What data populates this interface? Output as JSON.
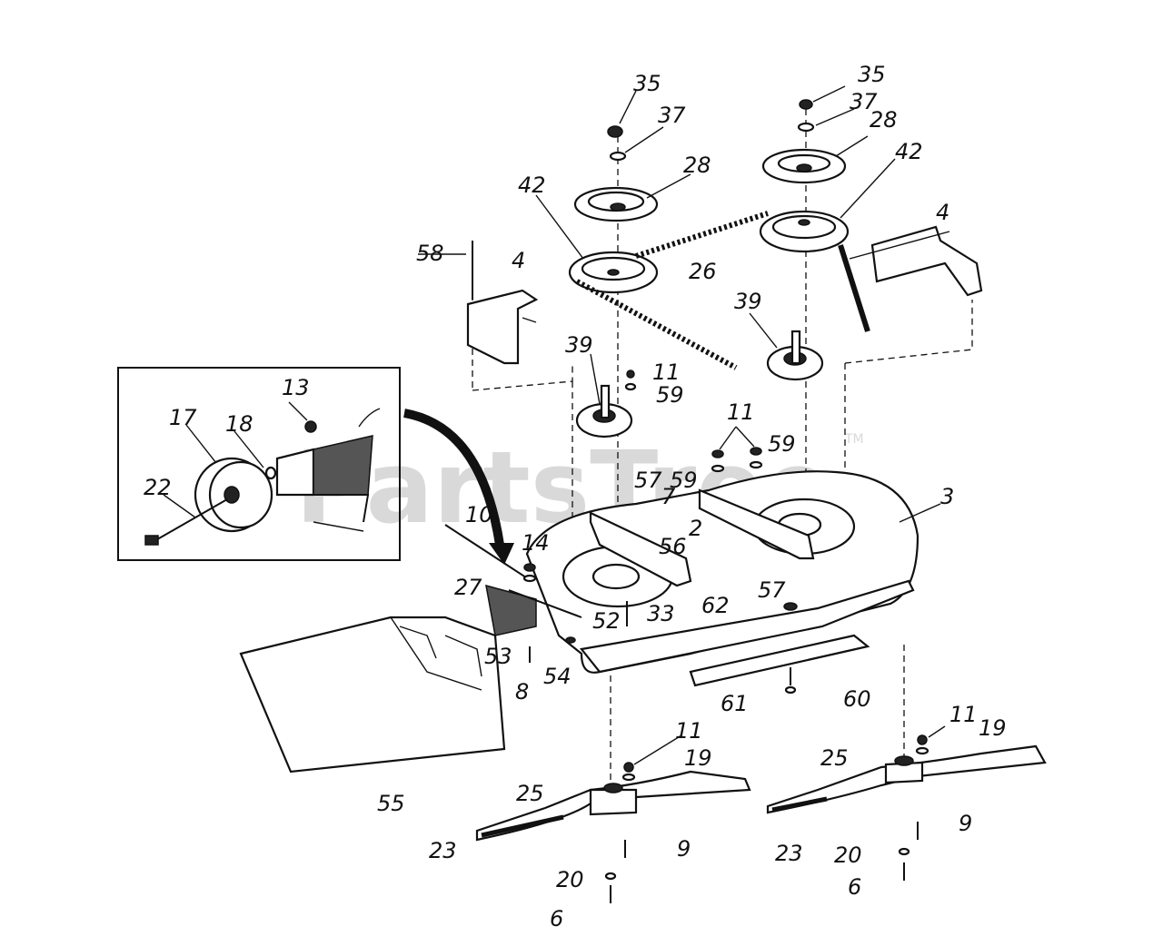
{
  "watermark": {
    "text": "PartsTree",
    "tm": "TM"
  },
  "labels": {
    "n2": "2",
    "n3": "3",
    "n4a": "4",
    "n4b": "4",
    "n6a": "6",
    "n6b": "6",
    "n8": "8",
    "n9a": "9",
    "n9b": "9",
    "n10": "10",
    "n11a": "11",
    "n11b": "11",
    "n11c": "11",
    "n11d": "11",
    "n13": "13",
    "n14": "14",
    "n17": "17",
    "n18": "18",
    "n19a": "19",
    "n19b": "19",
    "n20a": "20",
    "n20b": "20",
    "n22": "22",
    "n23a": "23",
    "n23b": "23",
    "n25a": "25",
    "n25b": "25",
    "n26": "26",
    "n27": "27",
    "n28a": "28",
    "n28b": "28",
    "n33": "33",
    "n35a": "35",
    "n35b": "35",
    "n37a": "37",
    "n37b": "37",
    "n39a": "39",
    "n39b": "39",
    "n42a": "42",
    "n42b": "42",
    "n52": "52",
    "n53": "53",
    "n54": "54",
    "n55": "55",
    "n56": "56",
    "n57a": "57",
    "n57b": "57",
    "n58": "58",
    "n59a": "59",
    "n59b": "59",
    "n59c": "59",
    "n60": "60",
    "n61": "61",
    "n62": "62",
    "n7": "7"
  },
  "icons": {
    "inset": "idler-pulley-inset",
    "arrow": "curved-arrow-icon"
  }
}
